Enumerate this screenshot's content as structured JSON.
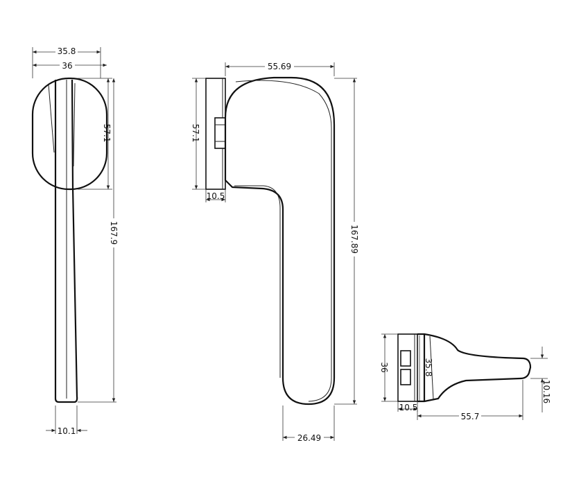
{
  "views": {
    "front": {
      "width_top": "35.8",
      "width_rose": "36",
      "rose_height": "57.1",
      "total_height": "167.9",
      "grip_width": "10.1"
    },
    "side": {
      "reach": "55.69",
      "rose_height": "57.1",
      "rose_depth": "10.5",
      "total_height": "167.89",
      "grip_width": "26.49"
    },
    "top": {
      "rose_outer": "36",
      "rose_inner": "35.8",
      "rose_depth": "10.5",
      "reach": "55.7",
      "tip_thickness": "10.16"
    }
  }
}
